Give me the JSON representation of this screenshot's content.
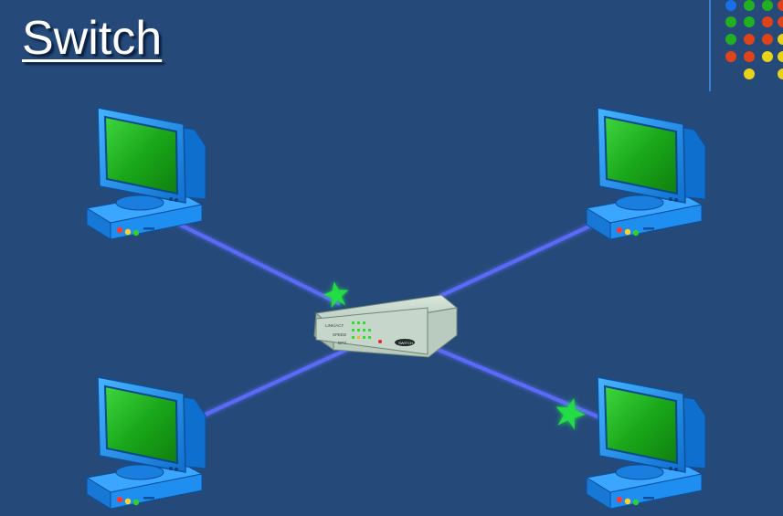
{
  "slide": {
    "title": "Switch"
  },
  "switch": {
    "labels": [
      "LINK/ACT",
      "SPEED",
      "DPX"
    ],
    "brand": "SWITCH"
  },
  "colors": {
    "background": "#254a7a",
    "cable": "#5f6cff",
    "computer_body": "#1e8ff0",
    "screen": "#1bb51b",
    "packet": "#22dd44",
    "switch_body": "#c9d8cf"
  },
  "computers": [
    {
      "position": "top-left"
    },
    {
      "position": "top-right"
    },
    {
      "position": "bottom-left"
    },
    {
      "position": "bottom-right"
    }
  ],
  "decor": {
    "dot_colors": {
      "blue": "#1a6fe8",
      "green": "#22b022",
      "red": "#e0421a",
      "yellow": "#e8d21a"
    }
  }
}
